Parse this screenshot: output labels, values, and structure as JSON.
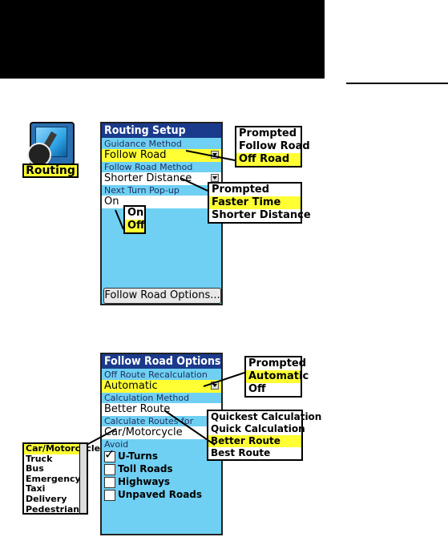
{
  "icon": {
    "name": "routing-icon",
    "label": "Routing"
  },
  "routing_setup": {
    "title": "Routing Setup",
    "guidance_label": "Guidance Method",
    "guidance_value": "Follow Road",
    "follow_road_label": "Follow Road Method",
    "follow_road_value": "Shorter Distance",
    "next_turn_label": "Next Turn Pop-up",
    "next_turn_value": "On",
    "options_button": "Follow Road Options..."
  },
  "guidance_popup": [
    "Prompted",
    "Follow Road",
    "Off Road"
  ],
  "follow_road_popup": [
    "Prompted",
    "Faster Time",
    "Shorter Distance"
  ],
  "next_turn_popup": [
    "On",
    "Off"
  ],
  "follow_road_options": {
    "title": "Follow Road Options",
    "off_route_label": "Off Route Recalculation",
    "off_route_value": "Automatic",
    "calc_method_label": "Calculation Method",
    "calc_method_value": "Better Route",
    "calc_for_label": "Calculate Routes for",
    "calc_for_value": "Car/Motorcycle",
    "avoid_label": "Avoid",
    "avoid_items": [
      {
        "label": "U-Turns",
        "checked": true
      },
      {
        "label": "Toll Roads",
        "checked": false
      },
      {
        "label": "Highways",
        "checked": false
      },
      {
        "label": "Unpaved Roads",
        "checked": false
      }
    ]
  },
  "off_route_popup": [
    "Prompted",
    "Automatic",
    "Off"
  ],
  "calc_method_popup": [
    "Quickest Calculation",
    "Quick Calculation",
    "Better Route",
    "Best Route"
  ],
  "vehicle_popup": [
    "Car/Motorcycle",
    "Truck",
    "Bus",
    "Emergency",
    "Taxi",
    "Delivery",
    "Pedestrian"
  ],
  "colors": {
    "panel": "#6fd0f3",
    "title_bar": "#1a3a8c",
    "highlight": "#ffff33"
  }
}
